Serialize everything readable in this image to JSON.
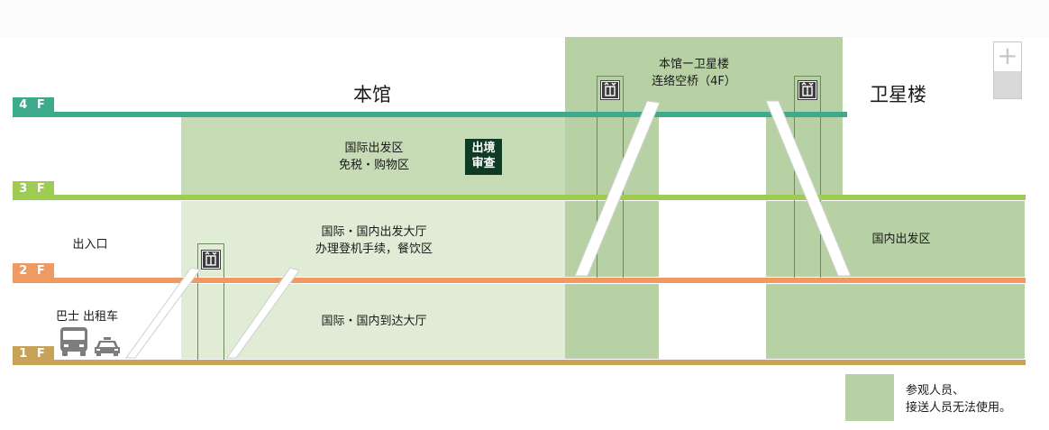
{
  "buildings": {
    "main": "本馆",
    "satellite": "卫星楼"
  },
  "floors": [
    {
      "id": "4F",
      "label": "4 F",
      "color": "#3daa8c"
    },
    {
      "id": "3F",
      "label": "3 F",
      "color": "#9ecb52"
    },
    {
      "id": "2F",
      "label": "2 F",
      "color": "#ee9a62"
    },
    {
      "id": "1F",
      "label": "1 F",
      "color": "#c8a257"
    }
  ],
  "areas": {
    "bridge": {
      "line1": "本馆ー卫星楼",
      "line2": "连络空桥（4F）"
    },
    "intl_departure": {
      "line1": "国际出发区",
      "line2": "免税・购物区"
    },
    "customs": {
      "line1": "出境",
      "line2": "审查"
    },
    "departure_hall": {
      "line1": "国际・国内出发大厅",
      "line2": "办理登机手续，餐饮区"
    },
    "arrival_hall": "国际・国内到达大厅",
    "domestic_departure": "国内出发区",
    "entrance": "出入口",
    "transport": "巴士  出租车"
  },
  "legend": {
    "line1": "参观人员、",
    "line2": "接送人员无法使用。",
    "color": "#b7d1a5"
  },
  "icons": {
    "elevator": "elevator-icon",
    "bus": "bus-icon",
    "taxi": "taxi-icon",
    "zoom_in": "zoom-in-icon",
    "zoom_out": "zoom-out-icon"
  },
  "controls": {
    "zoom_in": "+"
  }
}
